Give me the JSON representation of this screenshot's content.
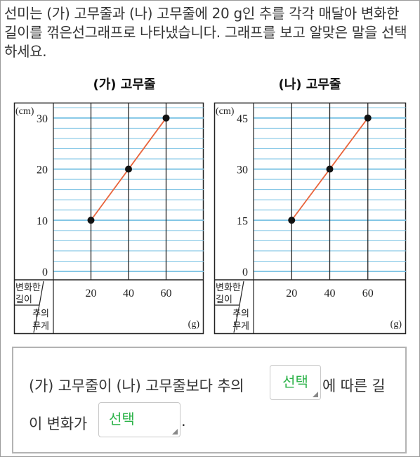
{
  "question": {
    "text": "선미는 (가) 고무줄과 (나) 고무줄에 20 g인 추를 각각 매달아 변화한 길이를 꺾은선그래프로 나타냈습니다. 그래프를 보고 알맞은 말을 선택하세요."
  },
  "chart_data": [
    {
      "type": "line",
      "title": "(가) 고무줄",
      "ylabel": "(cm)",
      "xlabel": "(g)",
      "y_axis_name": "변화한 길이",
      "x_axis_name": "추의 무게",
      "x_ticks": [
        "20",
        "40",
        "60"
      ],
      "y_ticks": [
        "0",
        "10",
        "20",
        "30"
      ],
      "ylim": [
        0,
        33
      ],
      "x": [
        20,
        40,
        60
      ],
      "y": [
        10,
        20,
        30
      ],
      "grid": true,
      "line_color": "#e8643c",
      "grid_color": "#77c1e3"
    },
    {
      "type": "line",
      "title": "(나) 고무줄",
      "ylabel": "(cm)",
      "xlabel": "(g)",
      "y_axis_name": "변화한 길이",
      "x_axis_name": "추의 무게",
      "x_ticks": [
        "20",
        "40",
        "60"
      ],
      "y_ticks": [
        "0",
        "15",
        "30",
        "45"
      ],
      "ylim": [
        0,
        49.5
      ],
      "x": [
        20,
        40,
        60
      ],
      "y": [
        15,
        30,
        45
      ],
      "grid": true,
      "line_color": "#e8643c",
      "grid_color": "#77c1e3"
    }
  ],
  "answer": {
    "line1_text": "(가) 고무줄이 (나) 고무줄보다 추의",
    "line1_after": "에 따른 길",
    "line2_text": "이 변화가",
    "line2_after": ".",
    "select1_value": "선택",
    "select2_value": "선택"
  },
  "colors": {
    "accent_green": "#2db34a",
    "line": "#e8643c",
    "grid": "#77c1e3"
  },
  "icons": {
    "dropdown": "dropdown-corner-icon"
  }
}
